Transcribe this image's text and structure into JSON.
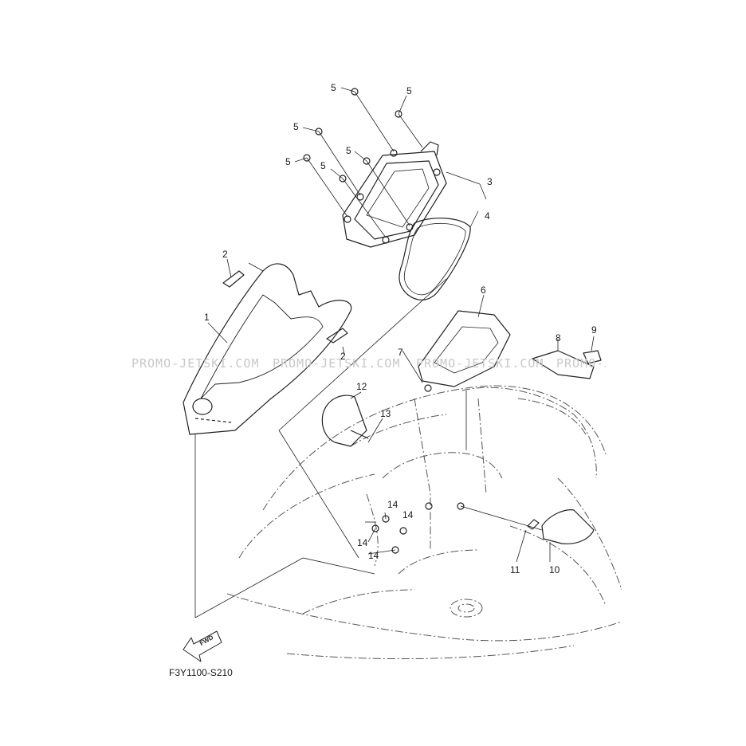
{
  "diagram": {
    "part_code": "F3Y1100-S210",
    "fwd_label": "FWD",
    "watermark": [
      "PROMO-JETSKI.COM",
      "PROMO-JETSKI.COM",
      "PROMO-JETSKI.COM",
      "PROMO-J"
    ],
    "callouts": [
      "1",
      "2",
      "2",
      "3",
      "4",
      "5",
      "5",
      "5",
      "5",
      "5",
      "5",
      "6",
      "7",
      "8",
      "9",
      "10",
      "11",
      "12",
      "13",
      "14",
      "14",
      "14",
      "14"
    ]
  }
}
